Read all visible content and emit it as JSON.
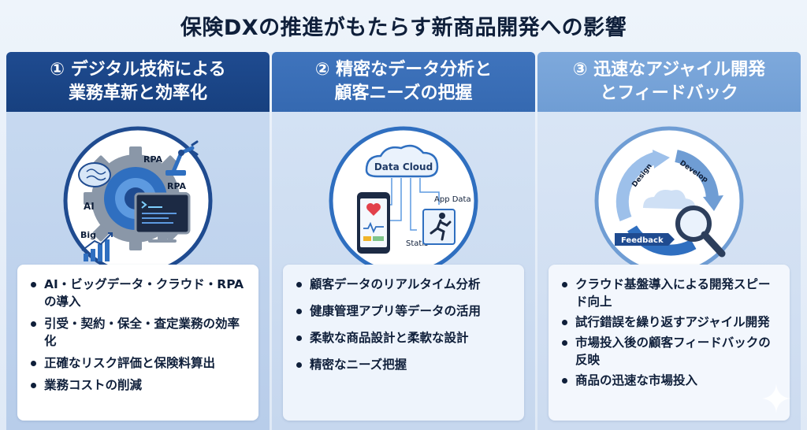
{
  "title": "保険DXの推進がもたらす新商品開発への影響",
  "columns": [
    {
      "heading_line1": "① デジタル技術による",
      "heading_line2": "業務革新と効率化",
      "illustration_labels": {
        "ai": "AI",
        "rpa_top": "RPA",
        "rpa_side": "RPA",
        "big": "Big"
      },
      "bullets": [
        "AI・ビッグデータ・クラウド・RPAの導入",
        "引受・契約・保全・査定業務の効率化",
        "正確なリスク評価と保険料算出",
        "業務コストの削減"
      ]
    },
    {
      "heading_line1": "② 精密なデータ分析と",
      "heading_line2": "顧客ニーズの把握",
      "illustration_labels": {
        "cloud": "Data Cloud",
        "app": "App Data",
        "stats": "Statis"
      },
      "bullets": [
        "顧客データのリアルタイム分析",
        "健康管理アプリ等データの活用",
        "柔軟な商品設計と柔軟な設計",
        "精密なニーズ把握"
      ]
    },
    {
      "heading_line1": "③ 迅速なアジャイル開発",
      "heading_line2": "とフィードバック",
      "illustration_labels": {
        "design": "Design",
        "develop": "Develop",
        "feedback": "Feedback"
      },
      "bullets": [
        "クラウド基盤導入による開発スピード向上",
        "試行錯誤を繰り返すアジャイル開発",
        "市場投入後の顧客フィードバックの反映",
        "商品の迅速な市場投入"
      ]
    }
  ],
  "colors": {
    "navy": "#17407f",
    "mid_blue": "#3569b1",
    "light_blue": "#6f9dd4"
  }
}
